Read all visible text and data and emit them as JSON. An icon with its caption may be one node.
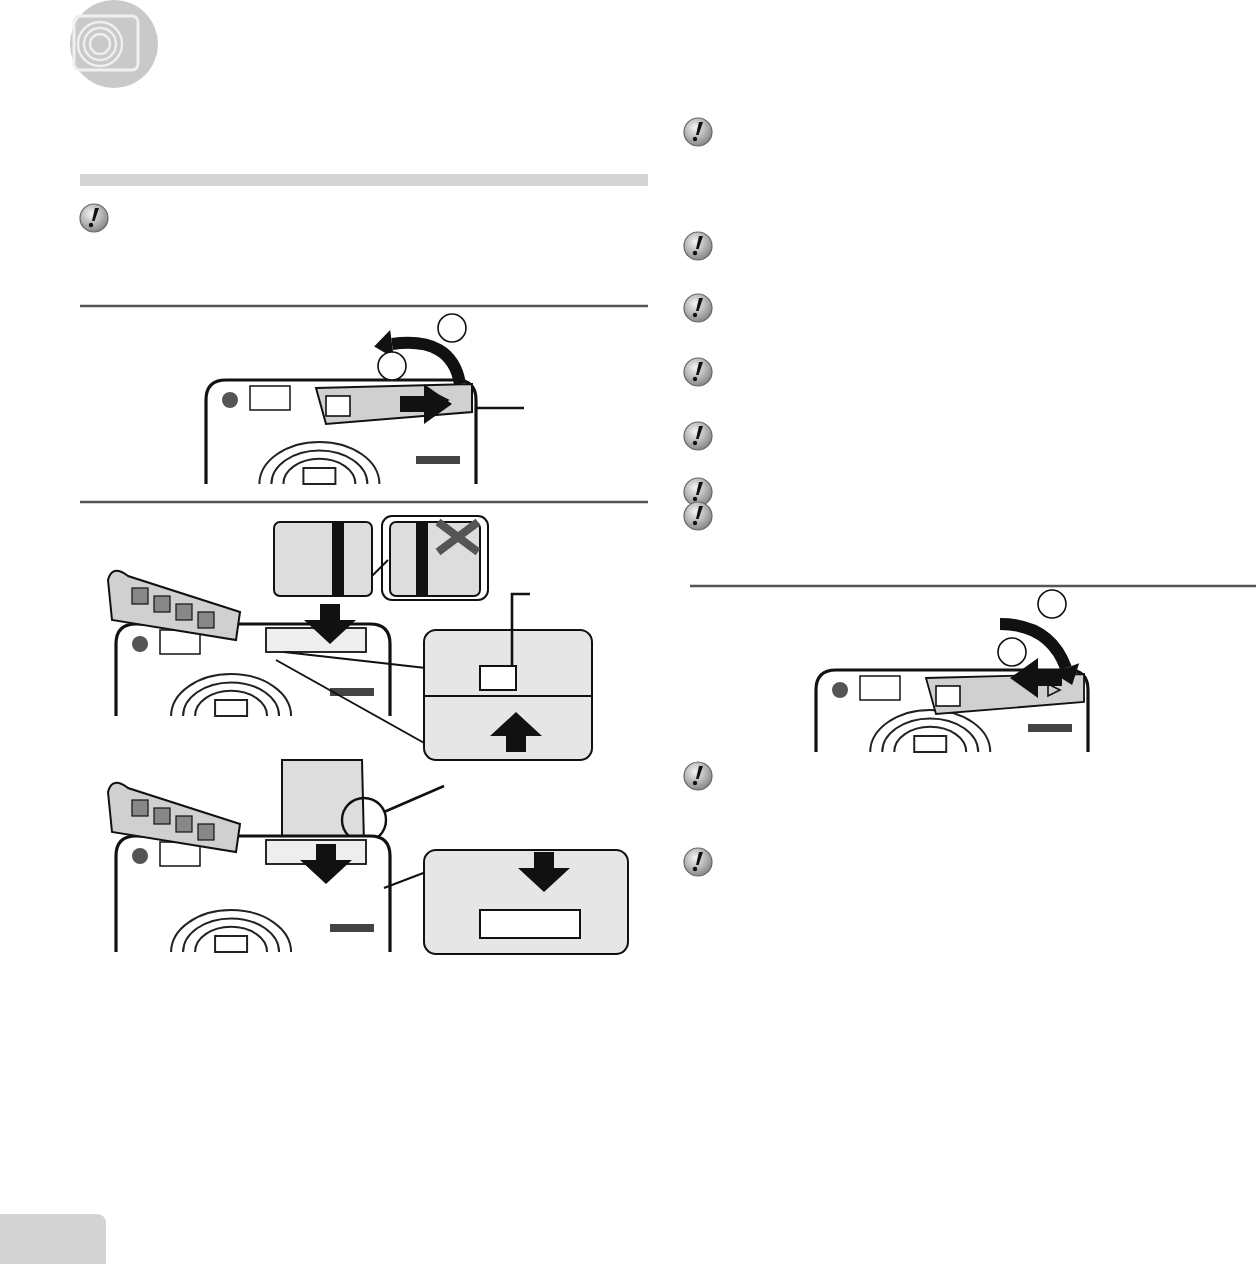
{
  "diagram": {
    "nodes": [
      {
        "text": [],
        "shape": "circle"
      },
      {
        "text": [],
        "shape": "circle"
      },
      {
        "text": [],
        "shape": "circle"
      },
      {
        "text": [],
        "shape": "circle"
      },
      {
        "text": [],
        "shape": "box"
      },
      {
        "text": [],
        "shape": "box"
      },
      {
        "text": [],
        "shape": "circle"
      }
    ],
    "edges": [
      {
        "from": null,
        "to": 4,
        "arrow": "none"
      },
      {
        "from": null,
        "to": 5,
        "arrow": "none"
      },
      {
        "from": null,
        "to": 6,
        "arrow": "none"
      }
    ]
  }
}
